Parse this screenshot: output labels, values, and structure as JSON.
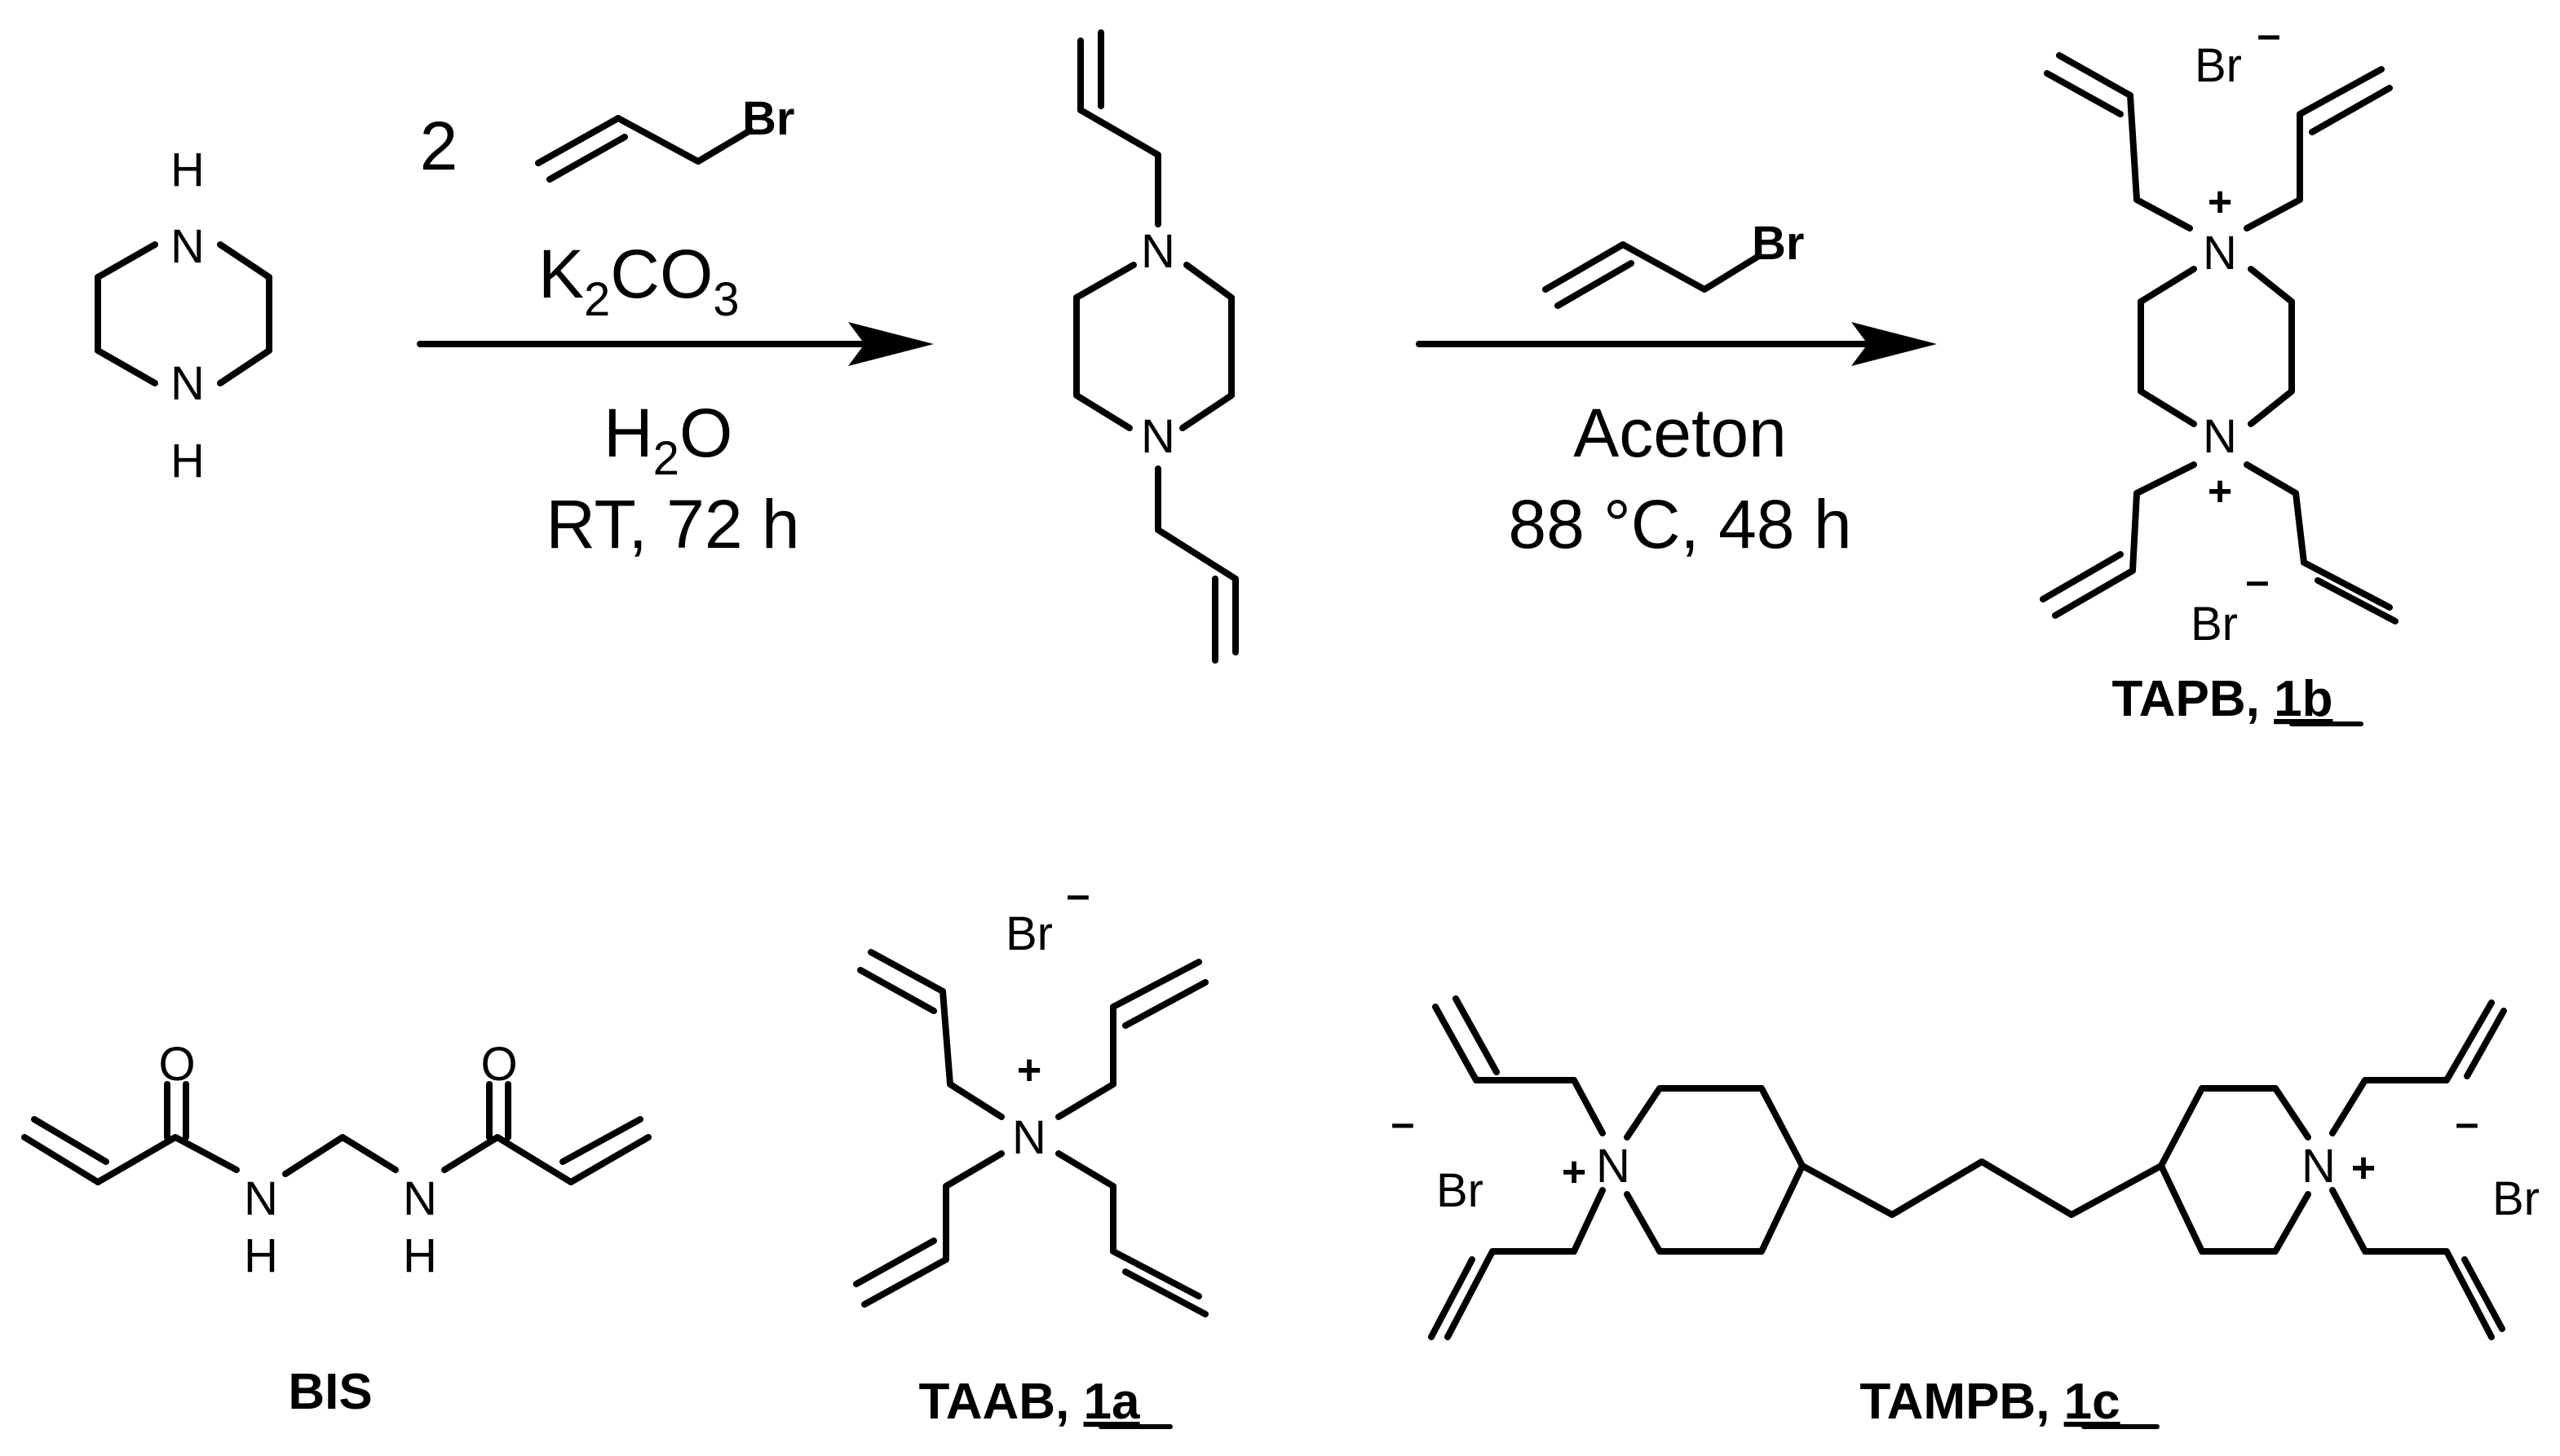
{
  "atoms": {
    "N": "N",
    "H": "H",
    "O": "O",
    "Br": "Br",
    "plus": "+",
    "minus": "–"
  },
  "step1": {
    "equiv": "2",
    "base": "K",
    "base_sub": "2",
    "base_rest": "CO",
    "base_sub2": "3",
    "solvent": "H",
    "solvent_sub": "2",
    "solvent_rest": "O",
    "conditions": "RT,  72 h"
  },
  "step2": {
    "solvent": "Aceton",
    "conditions": "88 °C, 48 h"
  },
  "labels": {
    "tapb_name": "TAPB, ",
    "tapb_num": "1b",
    "bis": "BIS",
    "taab_name": "TAAB, ",
    "taab_num": "1a",
    "tampb_name": "TAMPB, ",
    "tampb_num": "1c"
  }
}
